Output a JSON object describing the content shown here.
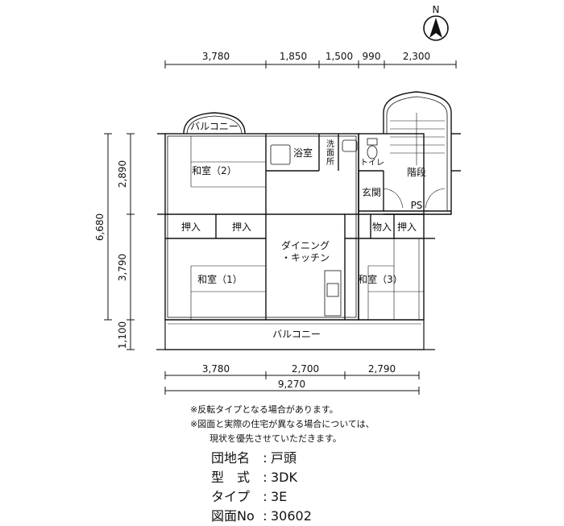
{
  "compass": {
    "label": "N"
  },
  "top_dims": [
    "3,780",
    "1,850",
    "1,500",
    "990",
    "2,300"
  ],
  "left_dims": {
    "total": "6,680",
    "upper": "2,890",
    "middle": "3,790",
    "lower": "1,100"
  },
  "bottom_dims": [
    "3,780",
    "2,700",
    "2,790"
  ],
  "bottom_total": "9,270",
  "rooms": {
    "balcony_top": "バルコニー",
    "washitsu2": "和室（2）",
    "bath": "浴室",
    "washroom_1": "洗",
    "washroom_2": "面",
    "washroom_3": "所",
    "toilet": "トイレ",
    "stairs": "階段",
    "entrance": "玄関",
    "ps": "PS",
    "oshiire_1": "押入",
    "oshiire_2": "押入",
    "dk_1": "ダイニング",
    "dk_2": "・キッチン",
    "monoire": "物入",
    "oshiire_3": "押入",
    "washitsu1": "和室（1）",
    "washitsu3": "和室（3）",
    "balcony_bottom": "バルコニー"
  },
  "notes": {
    "line1": "※反転タイプとなる場合があります。",
    "line2": "※図面と実際の住宅が異なる場合については、",
    "line3": "現状を優先させていただきます。"
  },
  "info": {
    "name_label": "団地名",
    "name_value": "戸頭",
    "type_label": "型　式",
    "type_value": "3DK",
    "variant_label": "タイプ",
    "variant_value": "3E",
    "drawing_label": "図面No",
    "drawing_value": "30602"
  }
}
